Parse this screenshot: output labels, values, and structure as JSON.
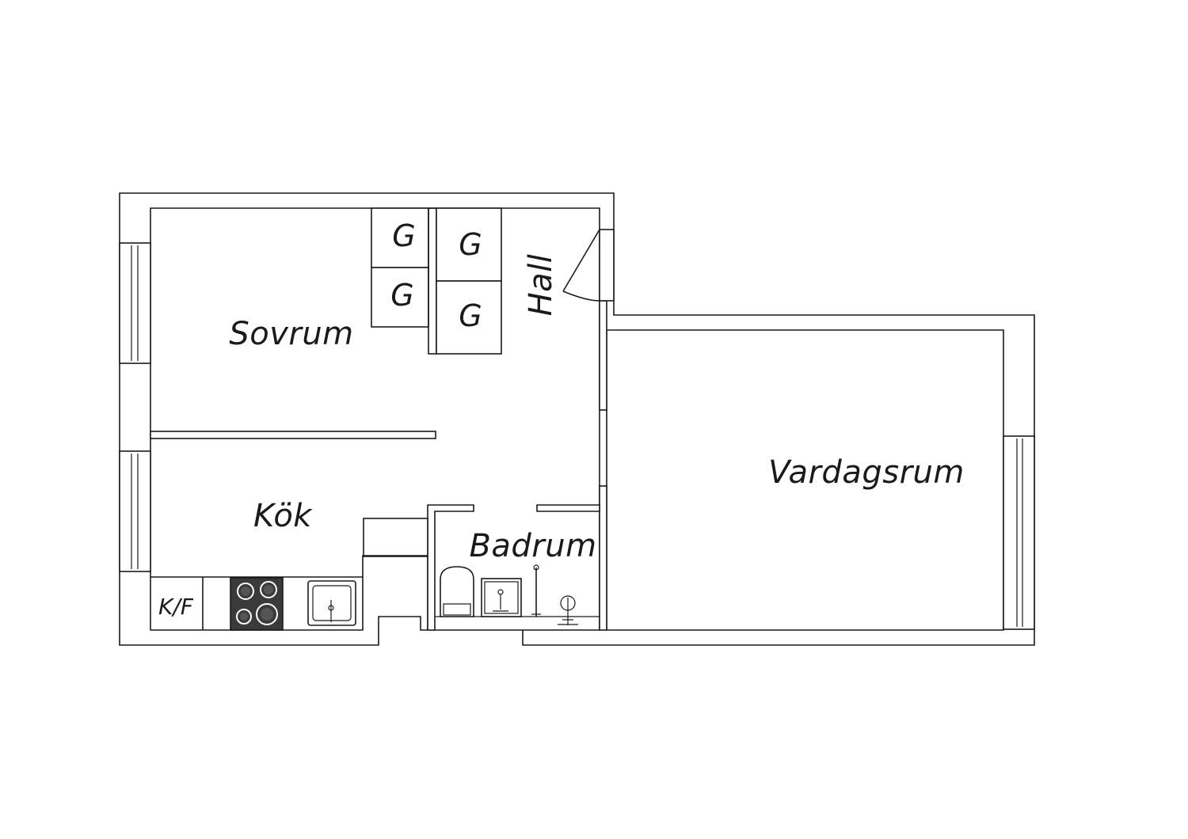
{
  "rooms": {
    "sovrum": "Sovrum",
    "hall": "Hall",
    "vardagsrum": "Vardagsrum",
    "kok": "Kök",
    "badrum": "Badrum"
  },
  "fixtures": {
    "wardrobe_label": "G",
    "fridge_freezer_label": "K/F"
  },
  "colors": {
    "line": "#1a1a1a",
    "background": "#ffffff",
    "stove": "#3a3a3a"
  }
}
